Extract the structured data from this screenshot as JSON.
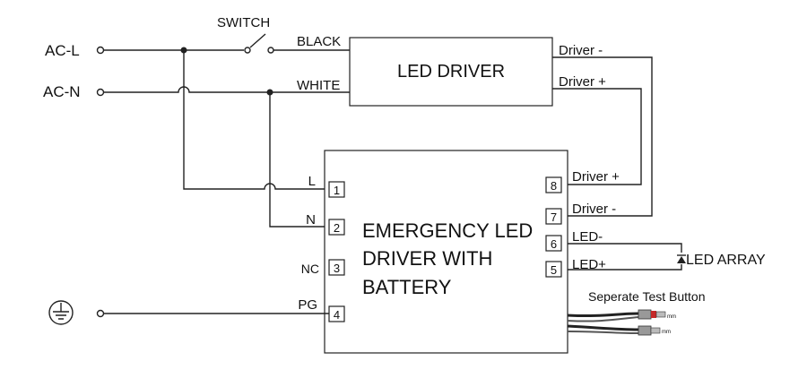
{
  "inputs": {
    "ac_l": "AC-L",
    "ac_n": "AC-N"
  },
  "switch": {
    "label": "SWITCH"
  },
  "wires": {
    "black": "BLACK",
    "white": "WHITE"
  },
  "led_driver": {
    "title": "LED DRIVER",
    "out_minus": "Driver -",
    "out_plus": "Driver +"
  },
  "emergency": {
    "title_lines": [
      "EMERGENCY LED",
      "DRIVER WITH",
      "BATTERY"
    ],
    "left_terminals": [
      {
        "label": "L",
        "num": "1"
      },
      {
        "label": "N",
        "num": "2"
      },
      {
        "label": "NC",
        "num": "3"
      },
      {
        "label": "PG",
        "num": "4"
      }
    ],
    "right_terminals": [
      {
        "label": "Driver +",
        "num": "8"
      },
      {
        "label": "Driver -",
        "num": "7"
      },
      {
        "label": "LED-",
        "num": "6"
      },
      {
        "label": "LED+",
        "num": "5"
      }
    ]
  },
  "led_array": {
    "label": "LED ARRAY"
  },
  "test_button": {
    "label": "Seperate Test Button",
    "unit": "mm"
  }
}
